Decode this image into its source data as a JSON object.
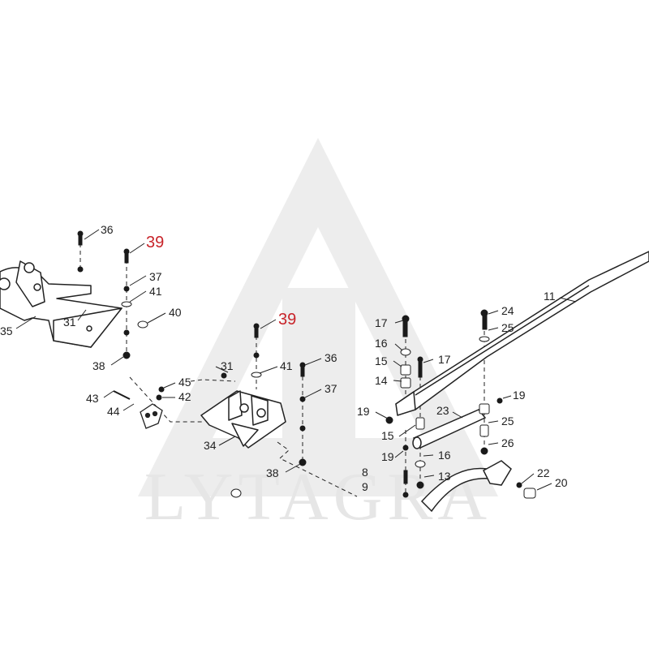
{
  "diagram": {
    "watermark": {
      "text": "LYTAGRA",
      "color": "#e6e6e6"
    },
    "colors": {
      "line": "#222222",
      "highlight": "#c8242a",
      "part_fill": "#ffffff",
      "hardware": "#1a1a1a"
    },
    "callouts": {
      "c36a": "36",
      "c39a": "39",
      "c37": "37",
      "c41a": "41",
      "c40": "40",
      "c35": "35",
      "c31a": "31",
      "c38a": "38",
      "c39b": "39",
      "c31b": "31",
      "c41b": "41",
      "c36b": "36",
      "c37b": "37",
      "c45": "45",
      "c42": "42",
      "c43": "43",
      "c44": "44",
      "c34": "34",
      "c38b": "38",
      "c17a": "17",
      "c16a": "16",
      "c15a": "15",
      "c17b": "17",
      "c14": "14",
      "c19a": "19",
      "c15b": "15",
      "c19b": "19",
      "c8": "8",
      "c9": "9",
      "c23": "23",
      "c16b": "16",
      "c13": "13",
      "c11": "11",
      "c24": "24",
      "c25a": "25",
      "c19c": "19",
      "c25b": "25",
      "c26": "26",
      "c22": "22",
      "c20": "20"
    }
  }
}
